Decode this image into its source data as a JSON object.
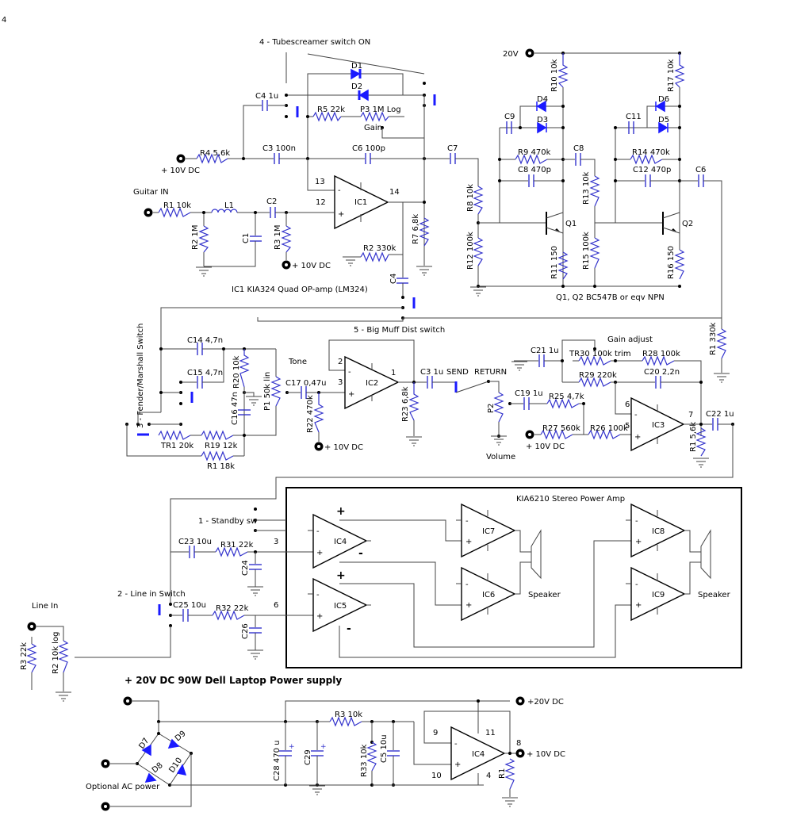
{
  "corner_label": "4",
  "stage_tubescreamer": {
    "switch_label": "4 - Tubescreamer switch ON",
    "labels": {
      "C4": "C4 1u",
      "R4": "R4 5,6k",
      "C3": "C3 100n",
      "C6": "C6 100p",
      "C7": "C7",
      "R5": "R5 22k",
      "P3": "P3 1M Log",
      "gain": "Gain",
      "D1": "D1",
      "D2": "D2",
      "R1": "R1 10k",
      "L1": "L1",
      "C2": "C2",
      "C1": "C1",
      "R2": "R2 1M",
      "R3": "R3 1M",
      "R2b": "R2 330k",
      "R7": "R7 6,8k",
      "C4b": "C4",
      "IC1": "IC1",
      "pin13": "13",
      "pin12": "12",
      "pin14": "14",
      "v10": "+ 10V DC",
      "guitar_in": "Guitar IN",
      "ic_note": "IC1 KIA324 Quad OP-amp (LM324)"
    }
  },
  "stage_transistor": {
    "labels": {
      "v20": "20V",
      "R10": "R10 10k",
      "R17": "R17 10k",
      "D3": "D3",
      "D4": "D4",
      "D5": "D5",
      "D6": "D6",
      "C9": "C9",
      "C11": "C11",
      "R9": "R9 470k",
      "R14": "R14 470k",
      "C8": "C8",
      "C8b": "C8 470p",
      "C12": "C12 470p",
      "C6": "C6",
      "R8": "R8 10k",
      "R12": "R12 100k",
      "R13": "R13 10k",
      "R15": "R15 100k",
      "R11": "R11 150",
      "R16": "R16 150",
      "Q1": "Q1",
      "Q2": "Q2",
      "note": "Q1, Q2  BC547B or eqv NPN"
    }
  },
  "stage_tone": {
    "switch_label": "3 - Fender/Marshall Switch",
    "labels": {
      "C14": "C14 4,7n",
      "C15": "C15 4,7n",
      "R20": "R20 10k",
      "C16": "C16 47n",
      "P1": "P1 50k lin",
      "tone": "Tone",
      "C17": "C17  0,47u",
      "R22": "R22 470k",
      "TR1": "TR1 20k",
      "R19": "R19 12k",
      "R1": "R1 18k",
      "v10": "+ 10V DC"
    }
  },
  "stage_bigmuff": {
    "switch_label": "5 - Big Muff Dist switch",
    "labels": {
      "IC2": "IC2",
      "pin2": "2",
      "pin3": "3",
      "pin1": "1",
      "C3": "C3 1u",
      "R23": "R23 6,8k",
      "send": "SEND",
      "return": "RETURN",
      "P2": "P2",
      "volume": "Volume"
    }
  },
  "stage_gain": {
    "labels": {
      "gain_adjust": "Gain adjust",
      "C21": "C21 1u",
      "TR30": "TR30 100k trim",
      "R28": "R28 100k",
      "R29": "R29 220k",
      "C20": "C20 2,2n",
      "C19": "C19 1u",
      "R25": "R25 4,7k",
      "R27": "R27 560k",
      "R26": "R26 100k",
      "IC3": "IC3",
      "pin6": "6",
      "pin5": "5",
      "pin7": "7",
      "C22": "C22 1u",
      "R1a": "R1 330k",
      "R1b": "R1 5,6k",
      "v10": "+ 10V DC"
    }
  },
  "stage_power_amp": {
    "title": "KIA6210 Stereo Power Amp",
    "standby": "1 - Standby sw",
    "line_switch": "2 - Line in Switch",
    "labels": {
      "C23": "C23 10u",
      "R31": "R31 22k",
      "C24": "C24",
      "C25": "C25 10u",
      "R32": "R32 22k",
      "C26": "C26",
      "pin3": "3",
      "pin6": "6",
      "IC4": "IC4",
      "IC5": "IC5",
      "IC6": "IC6",
      "IC7": "IC7",
      "IC8": "IC8",
      "IC9": "IC9",
      "speaker": "Speaker",
      "plus": "+",
      "minus": "-"
    }
  },
  "stage_line_in": {
    "labels": {
      "line_in": "Line In",
      "R3": "R3 22k",
      "R2": "R2 10k log"
    }
  },
  "stage_psu": {
    "title": "+ 20V DC  90W Dell Laptop Power supply",
    "labels": {
      "D7": "D7",
      "D8": "D8",
      "D9": "D9",
      "D10": "D10",
      "ac": "Optional AC power",
      "C28": "C28 470 u",
      "C29": "C29",
      "R3": "R3 10k",
      "R33": "R33 10k",
      "C5": "C5 10u",
      "IC4": "IC4",
      "pin9": "9",
      "pin10": "10",
      "pin11": "11",
      "pin4": "4",
      "pin8": "8",
      "R1": "R1",
      "v20": "+20V DC",
      "v10": "+ 10V DC"
    }
  }
}
